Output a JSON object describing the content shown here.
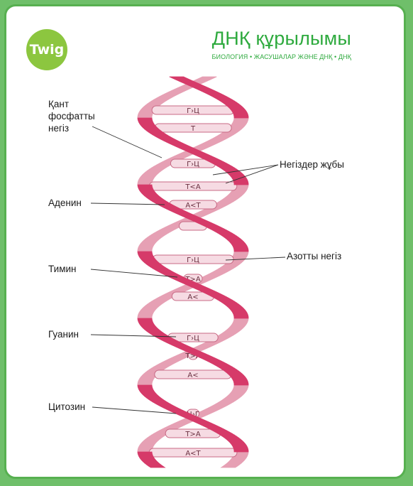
{
  "logo": {
    "text": "Twig"
  },
  "header": {
    "title": "ДНҚ құрылымы",
    "subtitle": "БИОЛОГИЯ • ЖАСУШАЛАР ЖӘНЕ ДНҚ • ДНҚ"
  },
  "labels": {
    "sugar_phosphate_line1": "Қант",
    "sugar_phosphate_line2": "фосфатты",
    "sugar_phosphate_line3": "негіз",
    "base_pair": "Негіздер жұбы",
    "adenine": "Аденин",
    "nitrogenous_base": "Азотты негіз",
    "thymine": "Тимин",
    "guanine": "Гуанин",
    "cytosine": "Цитозин"
  },
  "rungs": [
    {
      "text": "Г›Ц"
    },
    {
      "text": "Т"
    },
    {
      "text": "Г›Ц"
    },
    {
      "text": "Т<А"
    },
    {
      "text": "А<Т"
    },
    {
      "text": ""
    },
    {
      "text": "Г›Ц"
    },
    {
      "text": "Т>А"
    },
    {
      "text": "А<"
    },
    {
      "text": "Г›Ц"
    },
    {
      "text": "Т>А"
    },
    {
      "text": "А<"
    },
    {
      "text": "Ц›Г"
    },
    {
      "text": "Т>А"
    },
    {
      "text": "А<Т"
    }
  ],
  "colors": {
    "background": "#6fbf6a",
    "border": "#57b050",
    "brand_green": "#2eaa3e",
    "logo_green": "#8cc63f",
    "strand_dark": "#d63a69",
    "strand_light": "#ec8fa6",
    "rung_fill": "#f6dbe3",
    "rung_stroke": "#c86a85"
  }
}
